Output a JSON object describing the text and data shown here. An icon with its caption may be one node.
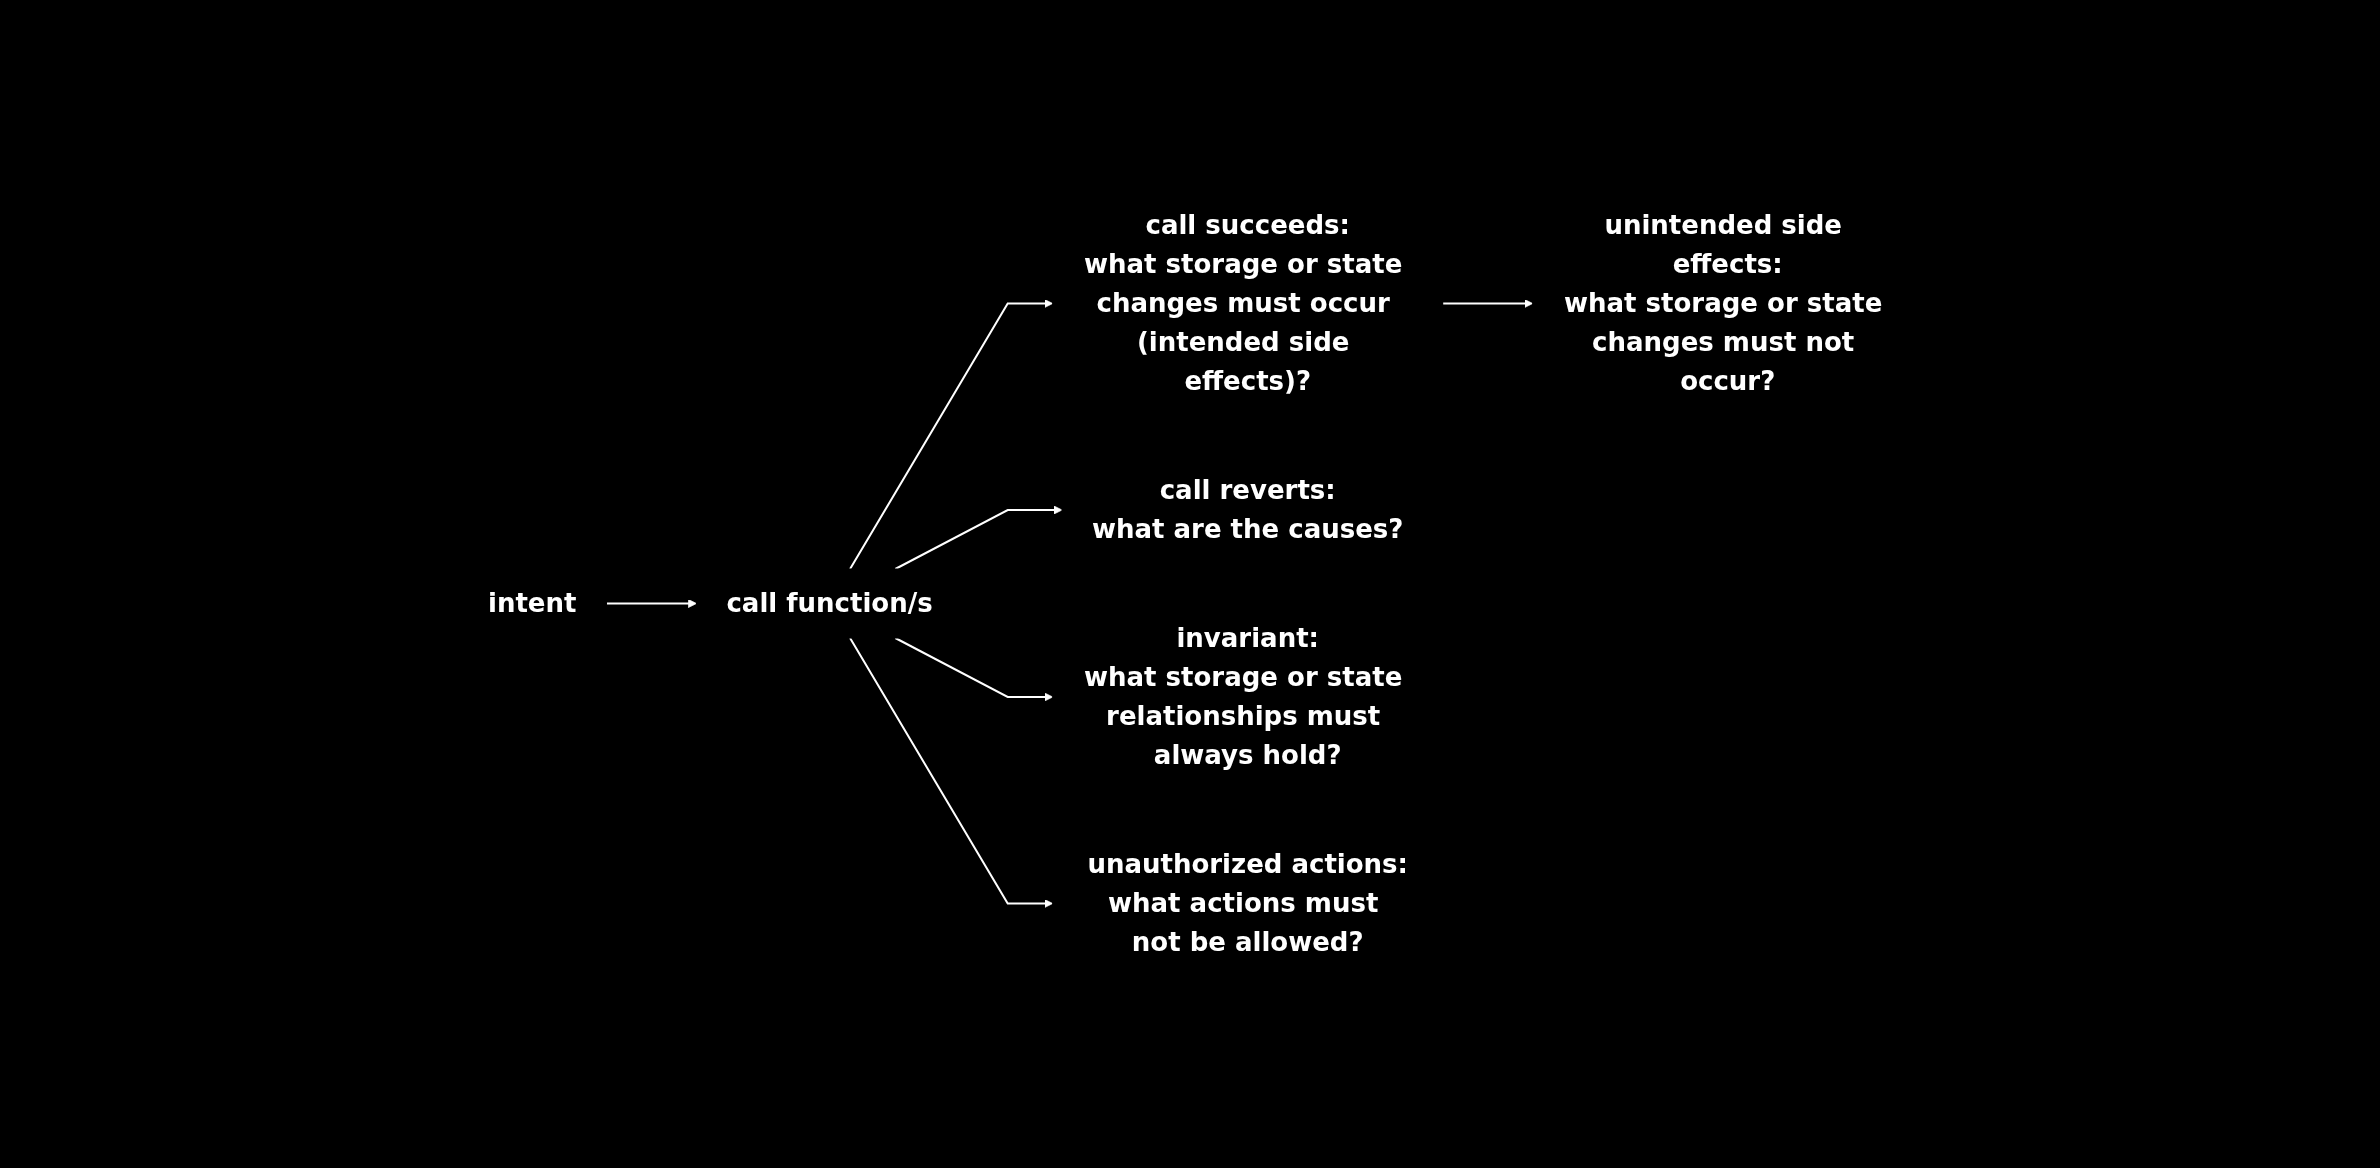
{
  "diagram": {
    "nodes": [
      {
        "text": [
          "intent"
        ]
      },
      {
        "text": [
          "call function/s"
        ]
      },
      {
        "text": [
          "call succeeds:",
          "what storage or state changes must occur (intended side effects)?"
        ]
      },
      {
        "text": [
          "call reverts:",
          "what are the causes?"
        ]
      },
      {
        "text": [
          "invariant:",
          "what storage or state relationships must always hold?"
        ]
      },
      {
        "text": [
          "unauthorized actions:",
          "what actions must not be allowed?"
        ]
      },
      {
        "text": [
          "unintended side effects:",
          "what storage or state changes must not occur?"
        ]
      }
    ],
    "edges": [
      {
        "from": 0,
        "to": 1,
        "arrow": "to"
      },
      {
        "from": 1,
        "to": 2,
        "arrow": "to"
      },
      {
        "from": 1,
        "to": 3,
        "arrow": "to"
      },
      {
        "from": 1,
        "to": 4,
        "arrow": "to"
      },
      {
        "from": 1,
        "to": 5,
        "arrow": "to"
      },
      {
        "from": 2,
        "to": 6,
        "arrow": "to"
      }
    ]
  }
}
